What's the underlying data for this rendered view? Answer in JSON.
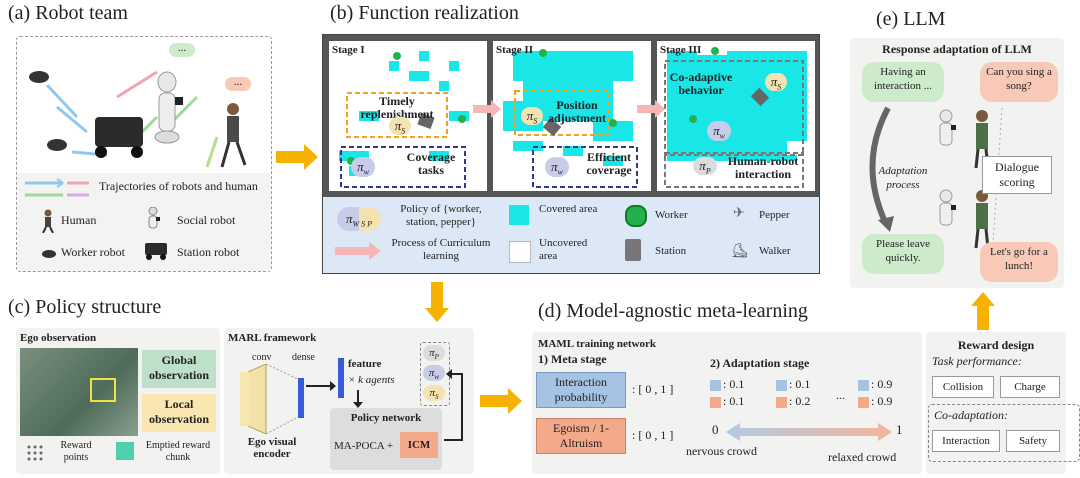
{
  "colors": {
    "cyan": "#19e6e6",
    "green": "#22b14c",
    "orange": "#f0a020",
    "navy": "#2d3a8c",
    "panel_gray": "#f2f2f0",
    "blue_light": "#dde8f6",
    "arrow_orange": "#f5b200",
    "bubble_green": "#cdeacb",
    "bubble_pink": "#f7c9b6",
    "meta_blue": "#a7c3e3",
    "meta_orange": "#f4a98a",
    "gl_green": "#bfe0c8",
    "lo_yellow": "#fae6b0",
    "icm": "#f4a98a"
  },
  "panel_a": {
    "title": "(a) Robot team",
    "trajectories": "Trajectories of robots and human",
    "legend": {
      "human": "Human",
      "social": "Social robot",
      "worker": "Worker robot",
      "station": "Station robot"
    },
    "bubble": "..."
  },
  "panel_b": {
    "title": "(b) Function realization",
    "stage1": "Stage I",
    "stage2": "Stage II",
    "stage3": "Stage III",
    "timely": "Timely replenishment",
    "coverage": "Coverage tasks",
    "position": "Position adjustment",
    "efficient": "Efficient coverage",
    "coadaptive": "Co-adaptive behavior",
    "hri": "Human-robot interaction",
    "pi_s": "π",
    "pi_s_sub": "S",
    "pi_w": "π",
    "pi_w_sub": "w",
    "pi_p": "π",
    "pi_p_sub": "P",
    "legend": {
      "policy_sym": "π",
      "policy_sub": "W S P",
      "policy": "Policy of {worker, station, pepper}",
      "covered": "Covered area",
      "worker": "Worker",
      "pepper": "Pepper",
      "curriculum": "Process of Curriculum learning",
      "uncovered": "Uncovered area",
      "station": "Station",
      "walker": "Walker"
    }
  },
  "panel_c": {
    "title": "(c) Policy structure",
    "ego_obs": "Ego observation",
    "global": "Global observation",
    "local": "Local observation",
    "reward_points": "Reward points",
    "emptied": "Emptied reward chunk",
    "marl": "MARL framework",
    "conv": "conv",
    "dense": "dense",
    "encoder": "Ego visual encoder",
    "feature": "feature",
    "kagents": "× k agents",
    "policy_network": "Policy network",
    "mapoca": "MA-POCA +",
    "icm": "ICM",
    "pi_p": "π",
    "pi_p_sub": "P",
    "pi_w": "π",
    "pi_w_sub": "w",
    "pi_s": "π",
    "pi_s_sub": "S"
  },
  "panel_d": {
    "title": "(d) Model-agnostic meta-learning",
    "maml": "MAML training network",
    "meta_stage": "1) Meta stage",
    "adapt_stage": "2) Adaptation stage",
    "interaction_prob": "Interaction probability",
    "egoism": "Egoism / 1-Altruism",
    "range": ": [ 0 , 1 ]",
    "col1": [
      ": 0.1",
      ": 0.1"
    ],
    "col2": [
      ": 0.1",
      ": 0.2"
    ],
    "col3": [
      ": 0.9",
      ": 0.9"
    ],
    "dots": "...",
    "zero": "0",
    "one": "1",
    "nervous": "nervous crowd",
    "relaxed": "relaxed crowd"
  },
  "reward_design": {
    "title": "Reward design",
    "task_perf": "Task performance:",
    "collision": "Collision",
    "charge": "Charge",
    "coadapt": "Co-adaptation:",
    "interaction": "Interaction",
    "safety": "Safety"
  },
  "panel_e": {
    "title": "(e) LLM",
    "response": "Response adaptation of LLM",
    "having": "Having an interaction ...",
    "sing": "Can you sing a song?",
    "adaptation": "Adaptation process",
    "scoring": "Dialogue scoring",
    "leave": "Please leave quickly.",
    "lunch": "Let's go for a lunch!"
  }
}
